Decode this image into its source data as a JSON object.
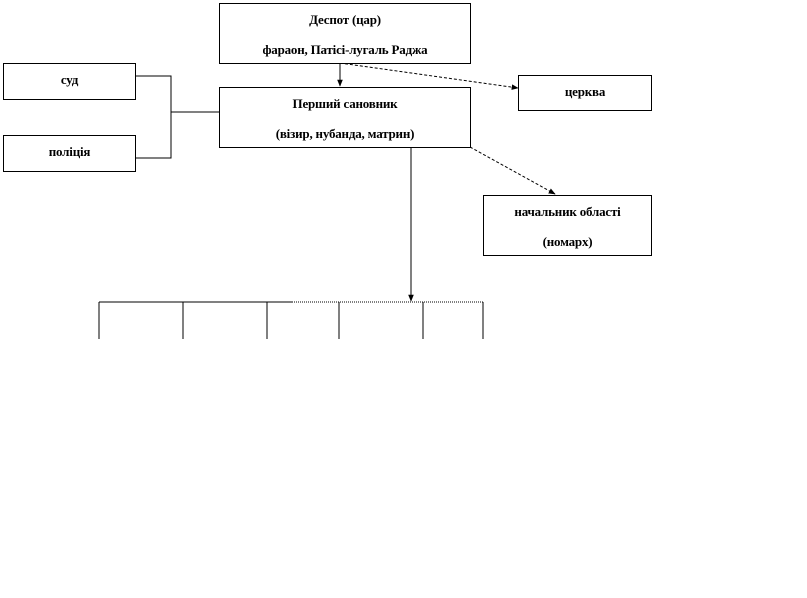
{
  "nodes": {
    "despot": {
      "line1": "Деспот (цар)",
      "line2": "фараон, Патісі-лугаль  Раджа"
    },
    "first_official": {
      "line1": "Перший сановник",
      "line2": "(візир, нубанда, матрин)"
    },
    "court": {
      "label": "суд"
    },
    "police": {
      "label": "поліція"
    },
    "church": {
      "label": "церква"
    },
    "region_head": {
      "line1": "начальник області",
      "line2": "(номарх)"
    }
  }
}
